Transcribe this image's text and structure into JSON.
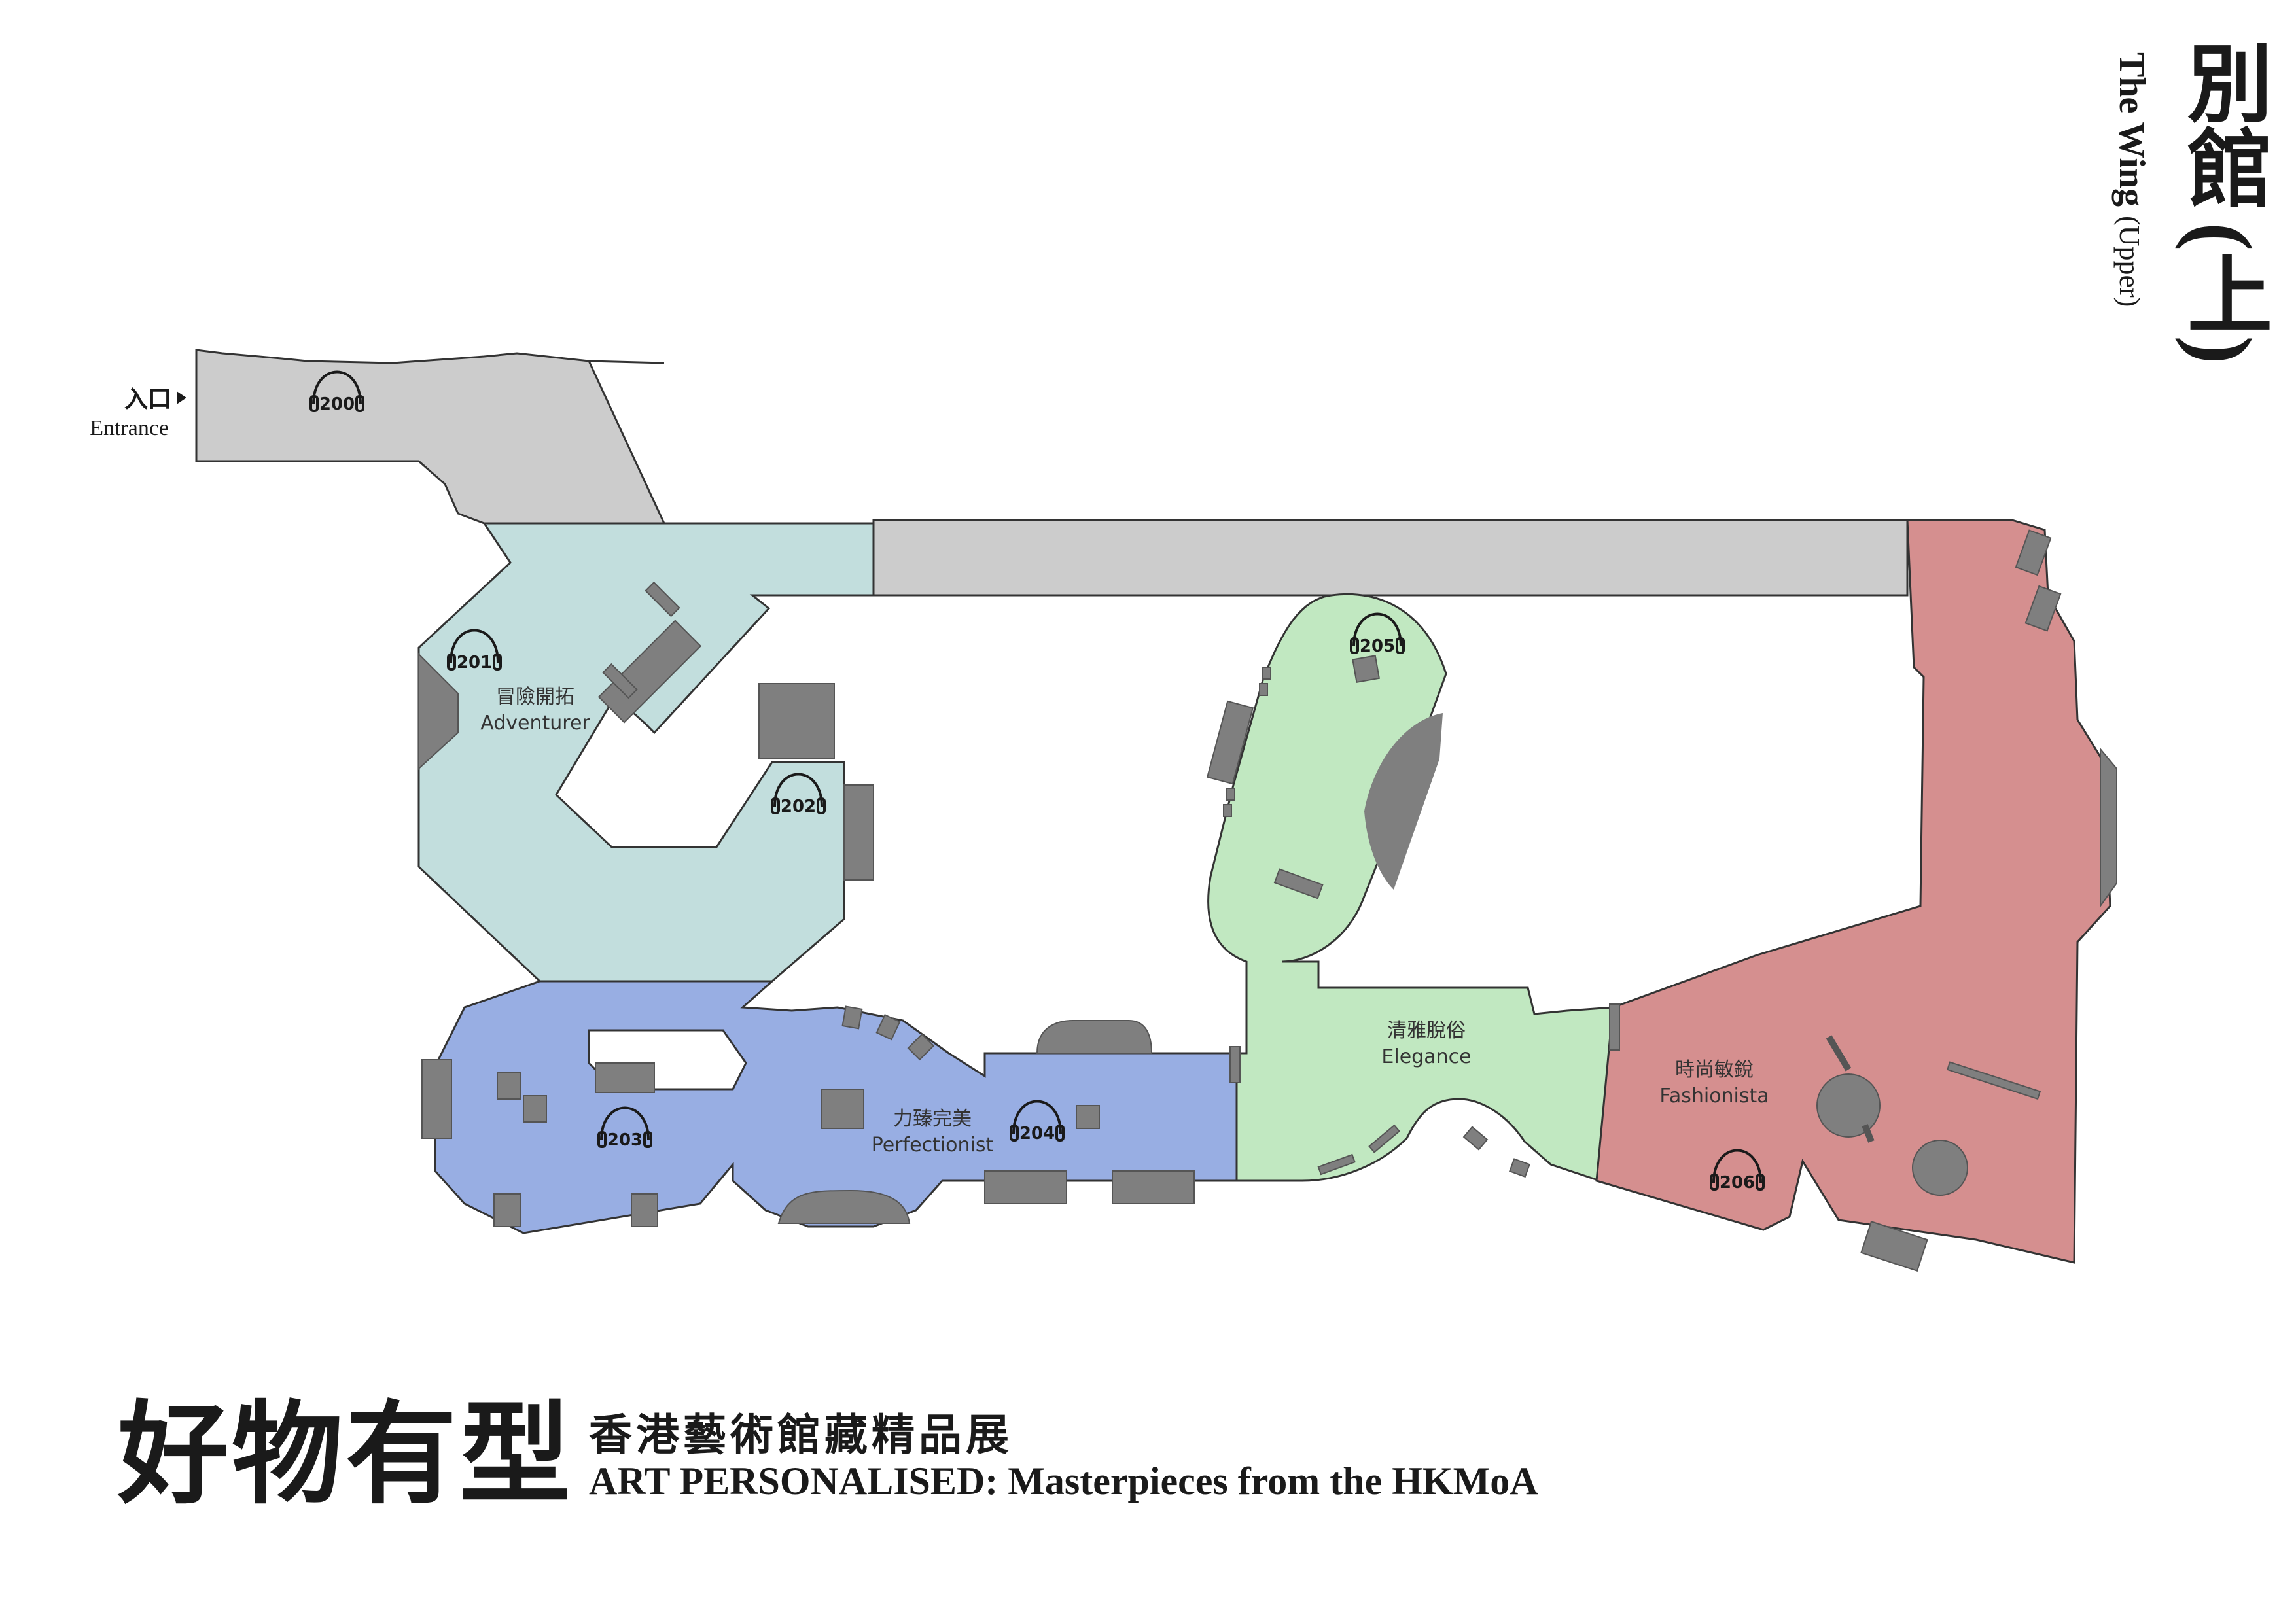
{
  "entrance": {
    "label_zh": "入口",
    "label_en": "Entrance"
  },
  "wing": {
    "name_zh": "別館",
    "level_zh": "(上)",
    "name_en": "The Wing",
    "level_en": "(Upper)"
  },
  "exhibition": {
    "title_zh": "好物有型",
    "subtitle_zh": "香港藝術館藏精品展",
    "subtitle_en": "ART PERSONALISED: Masterpieces from the HKMoA"
  },
  "zones": [
    {
      "id": "adventurer",
      "label_zh": "冒險開拓",
      "label_en": "Adventurer",
      "color": "#c2dedd"
    },
    {
      "id": "perfectionist",
      "label_zh": "力臻完美",
      "label_en": "Perfectionist",
      "color": "#98aee3"
    },
    {
      "id": "elegance",
      "label_zh": "清雅脫俗",
      "label_en": "Elegance",
      "color": "#c1e8c1"
    },
    {
      "id": "fashionista",
      "label_zh": "時尚敏銳",
      "label_en": "Fashionista",
      "color": "#d58f8f"
    }
  ],
  "corridor_color": "#cccccc",
  "exhibit_color": "#7f7f7f",
  "audio_stops": [
    "200",
    "201",
    "202",
    "203",
    "204",
    "205",
    "206"
  ]
}
